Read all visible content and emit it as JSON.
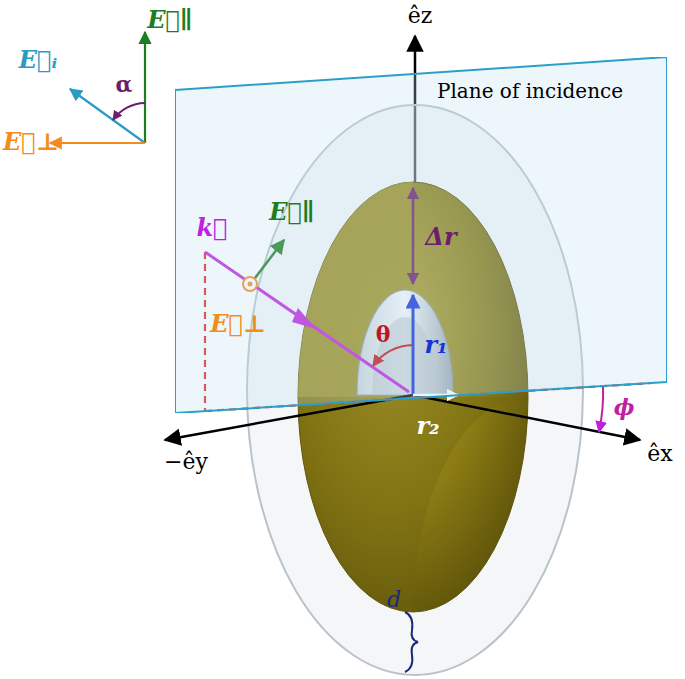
{
  "diagram": {
    "nodes": [
      {
        "text": [
          "Plane of incidence"
        ]
      }
    ],
    "labels": [
      "E⃗∥",
      "E⃗ᵢ",
      "α",
      "E⃗⊥",
      "êz",
      "k⃗",
      "E⃗∥",
      "E⃗⊥",
      "Δr",
      "θ",
      "r₁",
      "r₂",
      "ϕ",
      "−êy",
      "êx",
      "d"
    ]
  }
}
